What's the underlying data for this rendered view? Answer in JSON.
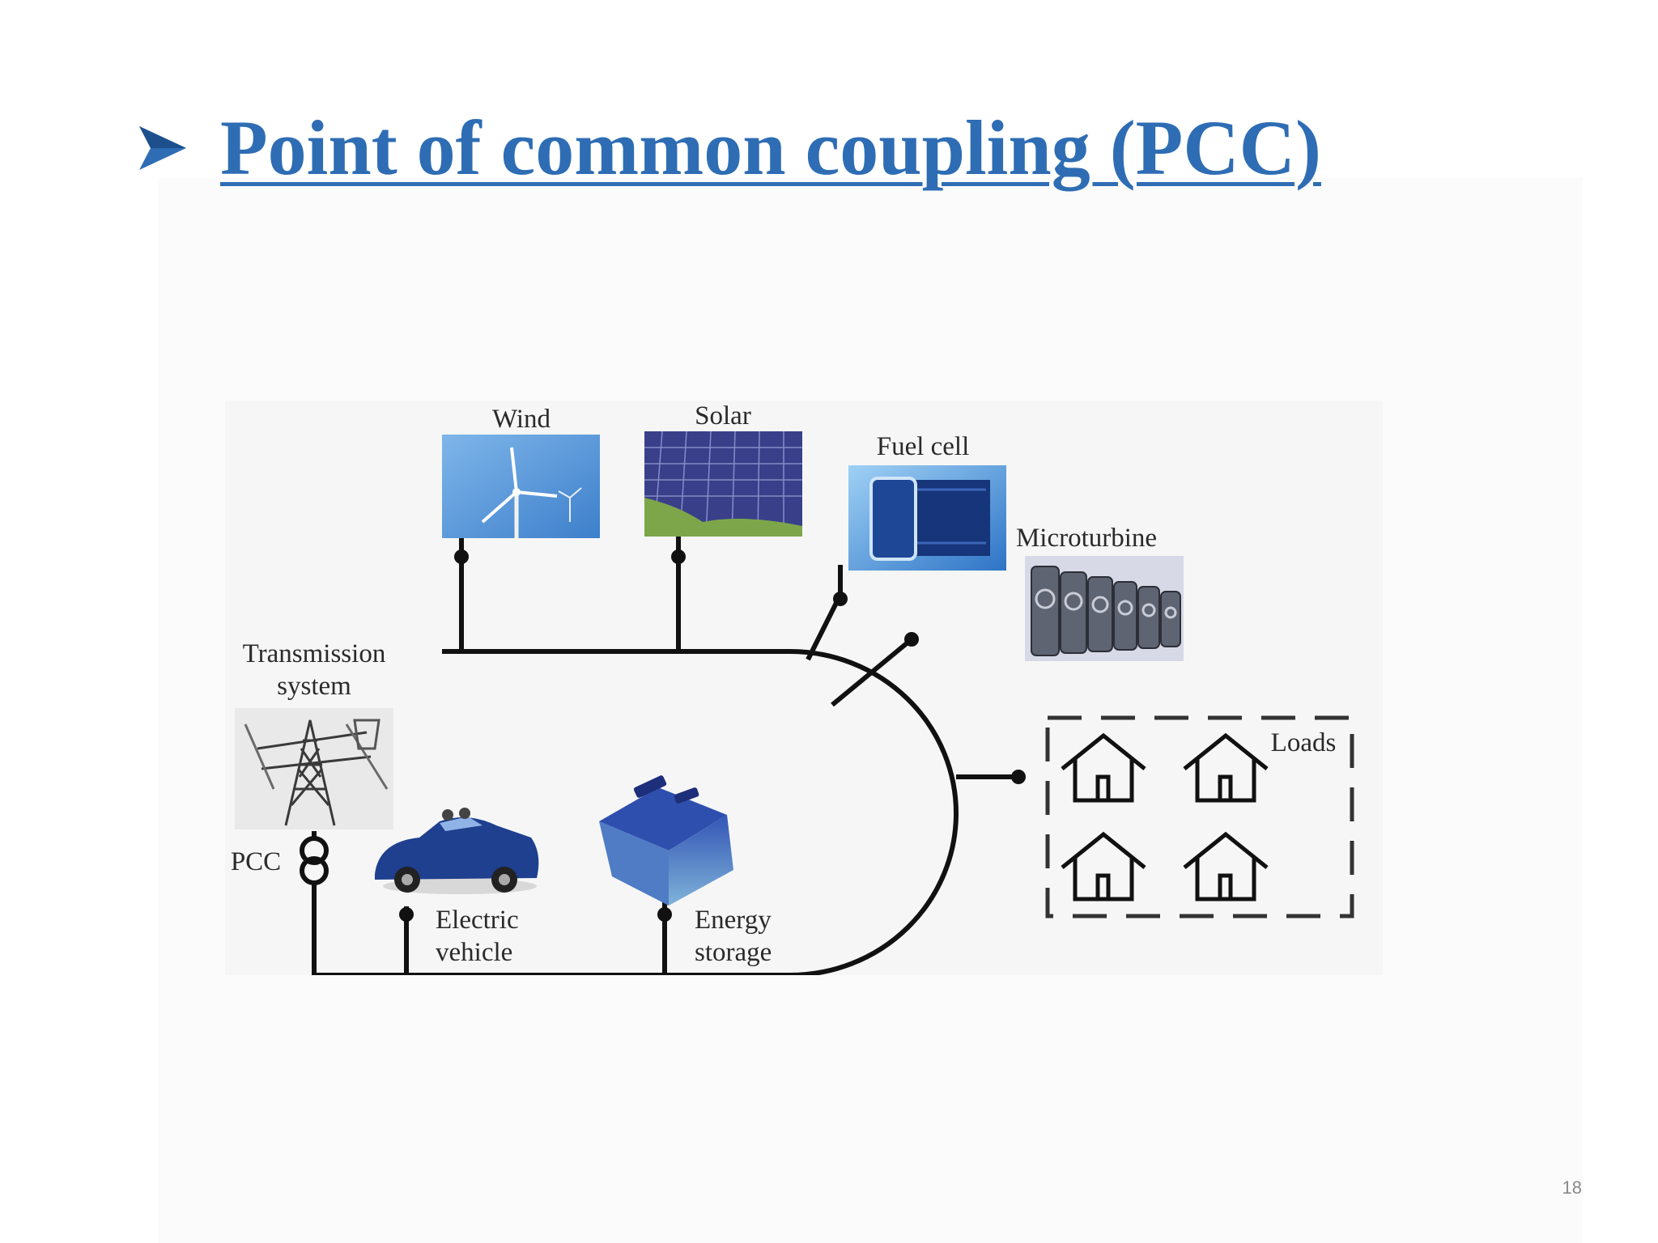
{
  "slide": {
    "title": "Point of common coupling (PCC)",
    "bullet_icon": "arrowhead-bullet-icon",
    "page_number": "18",
    "colors": {
      "title": "#2e6db4",
      "line": "#111111",
      "solar_blue": "#3a3f8a",
      "sky_blue": "#5c9bdc",
      "car_blue": "#1f3f8f"
    }
  },
  "diagram": {
    "labels": {
      "wind": "Wind",
      "solar": "Solar",
      "fuel_cell": "Fuel cell",
      "microturbine": "Microturbine",
      "transmission_1": "Transmission",
      "transmission_2": "system",
      "pcc": "PCC",
      "ev_1": "Electric",
      "ev_2": "vehicle",
      "storage_1": "Energy",
      "storage_2": "storage",
      "loads": "Loads"
    },
    "icons": [
      "wind-turbine-icon",
      "solar-panel-icon",
      "fuel-cell-icon",
      "microturbine-icon",
      "transmission-tower-icon",
      "transformer-icon",
      "electric-car-icon",
      "battery-icon",
      "house-icon"
    ]
  }
}
